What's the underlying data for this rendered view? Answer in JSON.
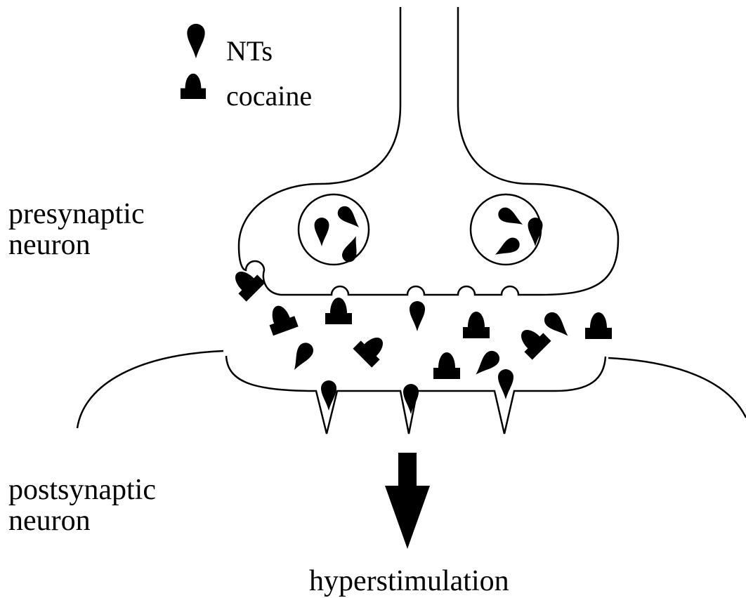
{
  "legend": {
    "nt": {
      "label": "NTs",
      "icon": "neurotransmitter-drop-icon"
    },
    "cocaine": {
      "label": "cocaine",
      "icon": "cocaine-molecule-icon"
    }
  },
  "labels": {
    "presynaptic_line1": "presynaptic",
    "presynaptic_line2": "neuron",
    "postsynaptic_line1": "postsynaptic",
    "postsynaptic_line2": "neuron",
    "outcome": "hyperstimulation"
  },
  "colors": {
    "ink": "#000000",
    "background": "#ffffff"
  }
}
